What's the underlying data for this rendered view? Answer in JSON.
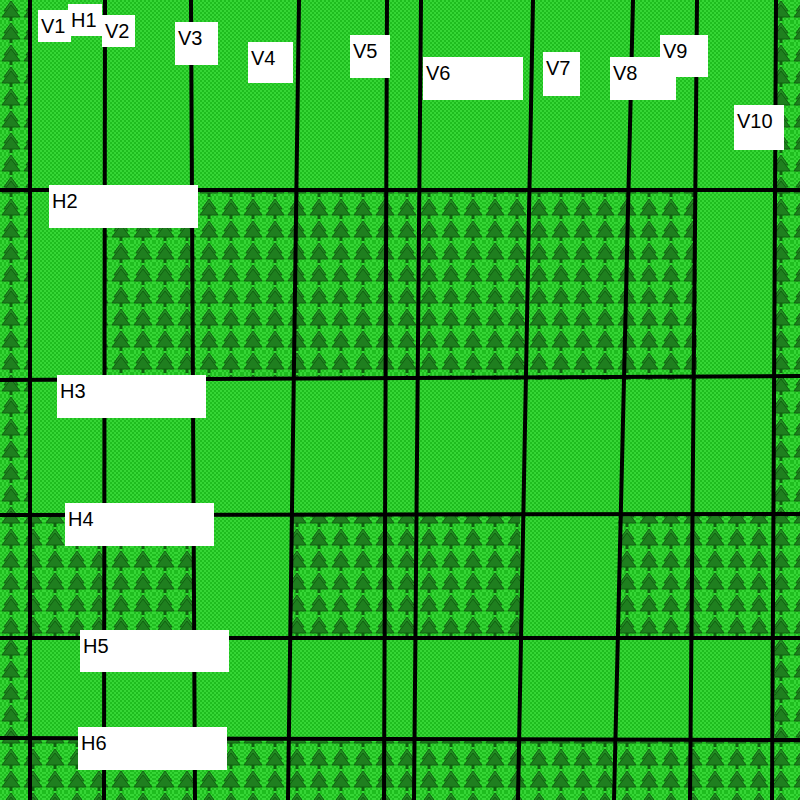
{
  "diagram": {
    "labels": [
      "V1",
      "H1",
      "V2",
      "V3",
      "V4",
      "V5",
      "V6",
      "V7",
      "V8",
      "V9",
      "V10",
      "H2",
      "H3",
      "H4",
      "H5",
      "H6"
    ]
  }
}
